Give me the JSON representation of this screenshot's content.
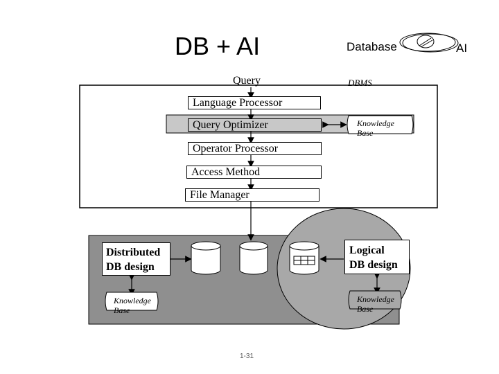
{
  "title": "DB + AI",
  "venn": {
    "left_label": "Database",
    "right_label": "AI"
  },
  "query_label": "Query",
  "dbms_label": "DBMS",
  "stack": [
    "Language  Processor",
    "Query Optimizer",
    "Operator Processor",
    "Access Method",
    "File Manager"
  ],
  "knowledge_base_label": [
    "Knowledge",
    "Base"
  ],
  "distributed_design": [
    "Distributed",
    "DB design"
  ],
  "logical_design": [
    "Logical",
    "DB design"
  ],
  "page_number": "1-31",
  "colors": {
    "dark_panel": "#8f8f8f",
    "circle_fill": "#a8a8a8",
    "optimizer_fill": "#c8c8c8"
  }
}
